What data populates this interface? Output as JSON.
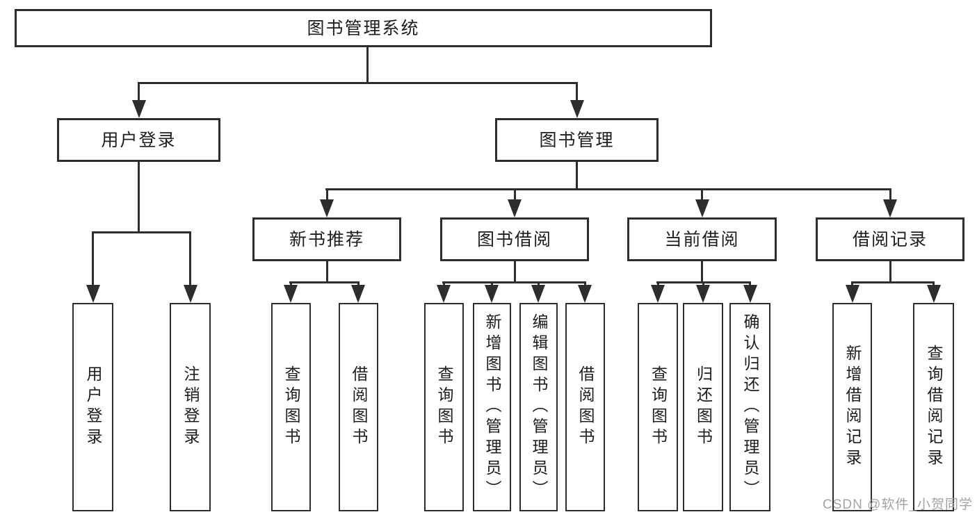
{
  "tree": {
    "root": {
      "label": "图书管理系统"
    },
    "user_login": {
      "label": "用户登录",
      "children": {
        "login": {
          "label": "用户登录"
        },
        "logout": {
          "label": "注销登录"
        }
      }
    },
    "book_mgmt": {
      "label": "图书管理",
      "children": {
        "new_books": {
          "label": "新书推荐",
          "children": {
            "query": {
              "label": "查询图书"
            },
            "borrow": {
              "label": "借阅图书"
            }
          }
        },
        "book_borrow": {
          "label": "图书借阅",
          "children": {
            "query": {
              "label": "查询图书"
            },
            "add": {
              "label": "新增图书（管理员）"
            },
            "edit": {
              "label": "编辑图书（管理员）"
            },
            "borrow": {
              "label": "借阅图书"
            }
          }
        },
        "current_borrow": {
          "label": "当前借阅",
          "children": {
            "query": {
              "label": "查询图书"
            },
            "return": {
              "label": "归还图书"
            },
            "confirm": {
              "label": "确认归还（管理员）"
            }
          }
        },
        "borrow_records": {
          "label": "借阅记录",
          "children": {
            "add": {
              "label": "新增借阅记录"
            },
            "query": {
              "label": "查询借阅记录"
            }
          }
        }
      }
    }
  },
  "watermark": {
    "text": "CSDN @软件_小贺同学"
  },
  "colors": {
    "line": "#2d2d2d",
    "text": "#1d1d1d",
    "watermark": "#a3a3a5",
    "background": "#ffffff"
  }
}
